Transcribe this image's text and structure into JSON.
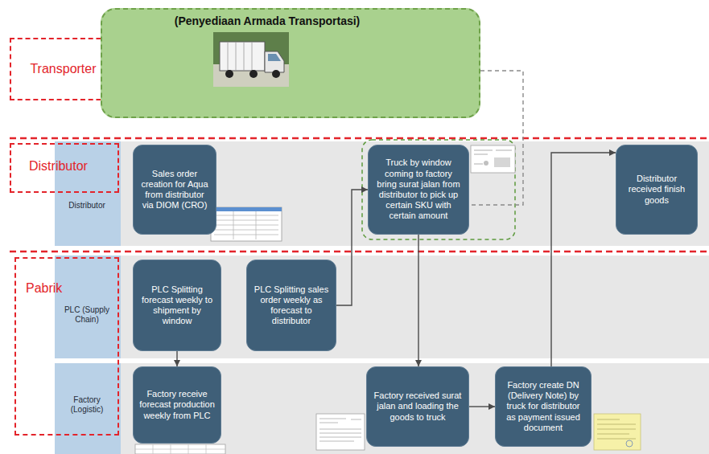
{
  "diagram": {
    "nodes": [
      {
        "text": [
          "Transporter"
        ]
      },
      {
        "text": [
          "(Penyediaan Armada Transportasi)"
        ]
      },
      {
        "text": [
          "Distributor"
        ]
      },
      {
        "text": [
          "Distributor"
        ]
      },
      {
        "text": [
          "Sales order creation for Aqua from distributor via DIOM (CRO)"
        ],
        "in": 3
      },
      {
        "text": [
          "Truck by window coming to factory bring surat jalan from distributor to pick up certain SKU with certain amount"
        ],
        "in": 3
      },
      {
        "text": [
          "Distributor received finish goods"
        ],
        "in": 3
      },
      {
        "text": [
          "Pabrik"
        ]
      },
      {
        "text": [
          "PLC (Supply Chain)"
        ]
      },
      {
        "text": [
          "PLC Splitting forecast weekly to shipment by window"
        ],
        "in": 8
      },
      {
        "text": [
          "PLC Splitting sales order weekly as forecast to distributor"
        ],
        "in": 8
      },
      {
        "text": [
          "Factory (Logistic)"
        ]
      },
      {
        "text": [
          "Factory receive forecast production weekly from PLC"
        ],
        "in": 11
      },
      {
        "text": [
          "Factory received surat jalan and loading the goods to truck"
        ],
        "in": 11
      },
      {
        "text": [
          "Factory create DN (Delivery Note) by truck for distributor as payment issued document"
        ],
        "in": 11
      }
    ],
    "edges": [
      {
        "from": 1,
        "to": 5,
        "arrow": "none"
      },
      {
        "from": 9,
        "to": 12,
        "arrow": "to"
      },
      {
        "from": 10,
        "to": 5,
        "arrow": "to"
      },
      {
        "from": 5,
        "to": 13,
        "arrow": "to"
      },
      {
        "from": 13,
        "to": 14,
        "arrow": "to"
      },
      {
        "from": 14,
        "to": 6,
        "arrow": "to"
      }
    ]
  }
}
